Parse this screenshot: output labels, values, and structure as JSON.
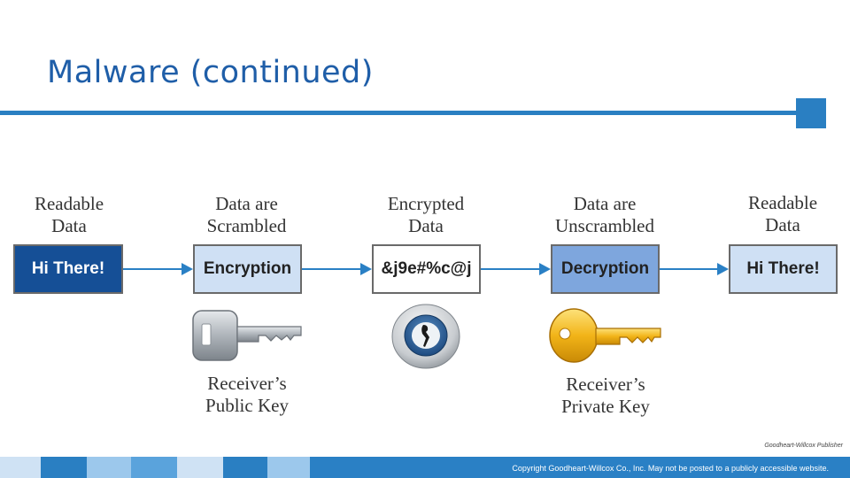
{
  "slide": {
    "title": "Malware (continued)"
  },
  "steps": [
    {
      "label_lines": [
        "Readable",
        "Data"
      ],
      "box_text": "Hi There!"
    },
    {
      "label_lines": [
        "Data are",
        "Scrambled"
      ],
      "box_text": "Encryption"
    },
    {
      "label_lines": [
        "Encrypted",
        "Data"
      ],
      "box_text": "&j9e#%c@j"
    },
    {
      "label_lines": [
        "Data are",
        "Unscrambled"
      ],
      "box_text": "Decryption"
    },
    {
      "label_lines": [
        "Readable",
        "Data"
      ],
      "box_text": "Hi There!"
    }
  ],
  "keys": {
    "public": {
      "caption_lines": [
        "Receiver’s",
        "Public Key"
      ],
      "icon": "silver-key-icon"
    },
    "lock": {
      "icon": "keyhole-lock-icon"
    },
    "private": {
      "caption_lines": [
        "Receiver’s",
        "Private Key"
      ],
      "icon": "gold-key-icon"
    }
  },
  "colors": {
    "accent": "#2a7fc2",
    "box_dark": "#154f96",
    "box_mid": "#7ea6dd",
    "box_light": "#cfe0f4",
    "box_white": "#ffffff"
  },
  "footer": {
    "publisher": "Goodheart-Willcox Publisher",
    "copyright": "Copyright Goodheart-Willcox Co., Inc. May not be posted to a publicly accessible website."
  }
}
